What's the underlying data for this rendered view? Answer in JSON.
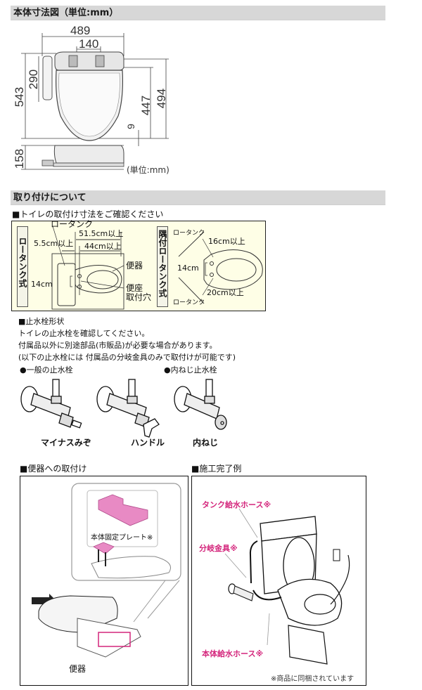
{
  "sections": {
    "dimensions": {
      "title": "本体寸法図（単位:mm）",
      "values": {
        "overall_width": "489",
        "mount_spacing": "140",
        "overall_depth": "543",
        "remote_height": "290",
        "seat_depth_to_hole": "447",
        "seat_depth_total": "494",
        "offset": "9",
        "height": "158"
      },
      "unit_note": "(単位:mm)"
    },
    "installation": {
      "title": "取り付けについて",
      "check_dimensions": {
        "heading": "■トイレの取付け寸法をご確認ください",
        "low_tank": {
          "label": "ロータンク式",
          "tank_label": "ロータンク",
          "dim_55": "5.5cm以上",
          "dim_515": "51.5cm以上",
          "dim_44": "44cm以上",
          "dim_14": "14cm",
          "toilet_label": "便器",
          "hole_label_1": "便座",
          "hole_label_2": "取付穴"
        },
        "corner_tank": {
          "label": "隅付ロータンク式",
          "tank_label_top": "ロータンク",
          "tank_label_bottom": "ロータンク",
          "dim_16": "16cm以上",
          "dim_14": "14cm",
          "dim_20": "20cm以上"
        }
      },
      "valve_shape": {
        "heading": "■止水栓形状",
        "lines": [
          "トイレの止水栓を確認してください。",
          "付属品以外に別途部品(市販品)が必要な場合があります。",
          "(以下の止水栓には 付属品の分岐金具のみで取付けが可能です)"
        ],
        "general_label": "●一般の止水栓",
        "internal_thread_label": "●内ねじ止水栓",
        "valves": [
          {
            "caption": "マイナスみぞ"
          },
          {
            "caption": "ハンドル"
          },
          {
            "caption": "内ねじ"
          }
        ]
      },
      "mount_to_toilet": {
        "heading": "■便器への取付け",
        "plate_label": "本体固定プレート※",
        "toilet_label": "便器"
      },
      "completion_example": {
        "heading": "■施工完了例",
        "tank_hose": "タンク給水ホース※",
        "branch_fitting": "分岐金具※",
        "body_hose": "本体給水ホース※",
        "note": "※商品に同梱されています"
      }
    }
  },
  "colors": {
    "header_bg": "#d7d7d7",
    "yellow_box_bg": "#fefee6",
    "pink_accent": "#d4267c",
    "plate_pink": "#e88ac4"
  }
}
